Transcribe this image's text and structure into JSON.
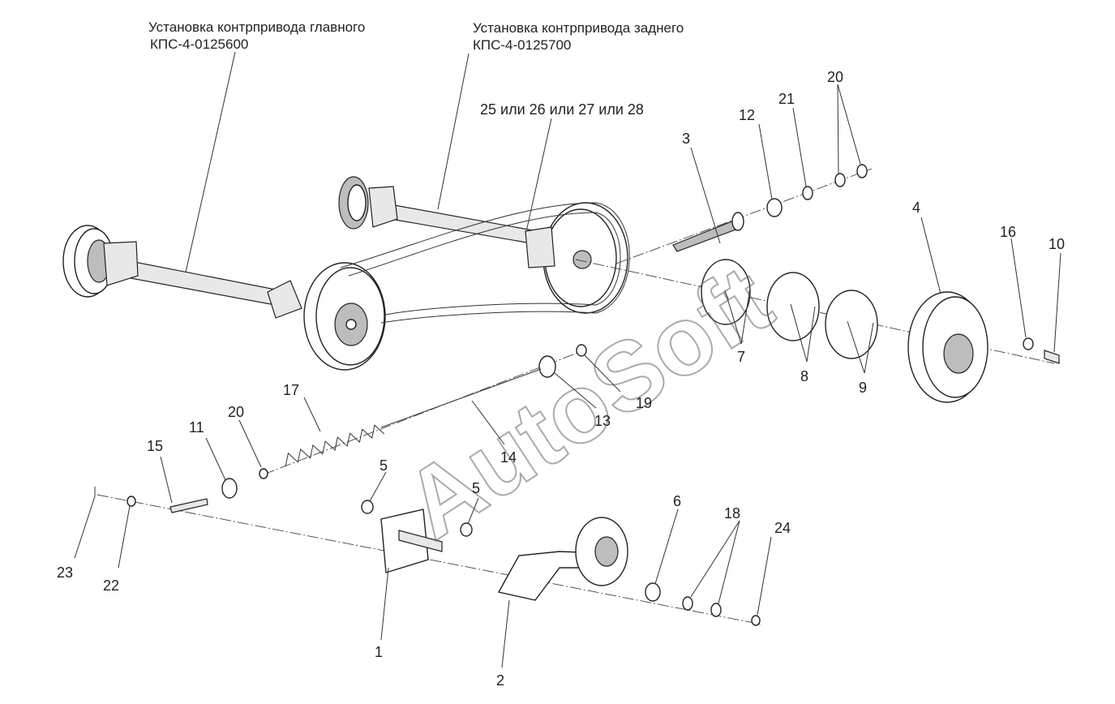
{
  "captions": {
    "main_line1": "Установка контрпривода главного",
    "main_line2": "КПС-4-0125600",
    "rear_line1": "Установка контрпривода заднего",
    "rear_line2": "КПС-4-0125700",
    "belt_options": "25 или 26 или 27 или 28"
  },
  "watermark": "AutoSoft",
  "callouts": {
    "c1": "1",
    "c2": "2",
    "c3": "3",
    "c4": "4",
    "c5a": "5",
    "c5b": "5",
    "c6": "6",
    "c7": "7",
    "c8": "8",
    "c9": "9",
    "c10": "10",
    "c11": "11",
    "c12": "12",
    "c13": "13",
    "c14": "14",
    "c15": "15",
    "c16": "16",
    "c17": "17",
    "c18": "18",
    "c19": "19",
    "c20a": "20",
    "c20b": "20",
    "c21": "21",
    "c22": "22",
    "c23": "23",
    "c24": "24"
  }
}
